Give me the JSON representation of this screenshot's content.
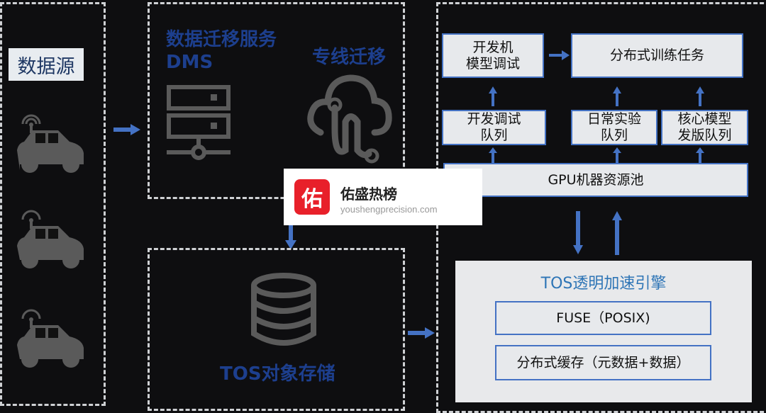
{
  "source": {
    "label": "数据源"
  },
  "migration": {
    "title_line1": "数据迁移服务",
    "title_line2": "DMS",
    "dedicated_line": "专线迁移"
  },
  "storage": {
    "title": "TOS对象存储"
  },
  "training": {
    "dev_machine": "开发机\n模型调试",
    "distributed_task": "分布式训练任务",
    "queues": [
      "开发调试\n队列",
      "日常实验\n队列",
      "核心模型\n发版队列"
    ],
    "gpu_pool": "GPU机器资源池"
  },
  "engine": {
    "title": "TOS透明加速引擎",
    "fuse": "FUSE（POSIX)",
    "cache": "分布式缓存（元数据+数据）"
  },
  "watermark": {
    "logo_char": "佑",
    "name": "佑盛热榜",
    "domain": "youshengprecision.com"
  },
  "colors": {
    "accent": "#4472c4",
    "title_blue": "#1d3f8e",
    "engine_blue": "#2e75b6",
    "icon_gray": "#5a5a5a"
  }
}
